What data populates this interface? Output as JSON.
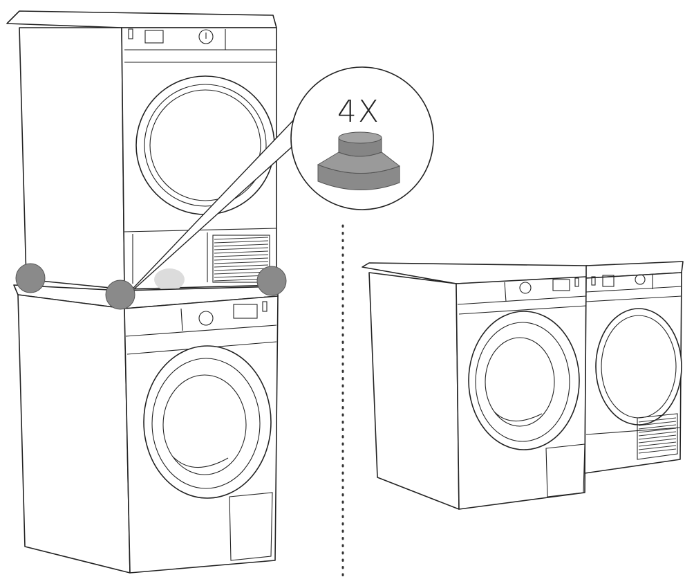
{
  "callout": {
    "quantity_label": "4X",
    "item": "rubber-foot-icon"
  },
  "colors": {
    "line": "#222222",
    "foot_fill": "#8a8a8a",
    "highlight": "#dcdcdc",
    "background": "#ffffff"
  },
  "scenes": [
    "stacked-washer-dryer",
    "side-by-side-washer-dryer"
  ]
}
